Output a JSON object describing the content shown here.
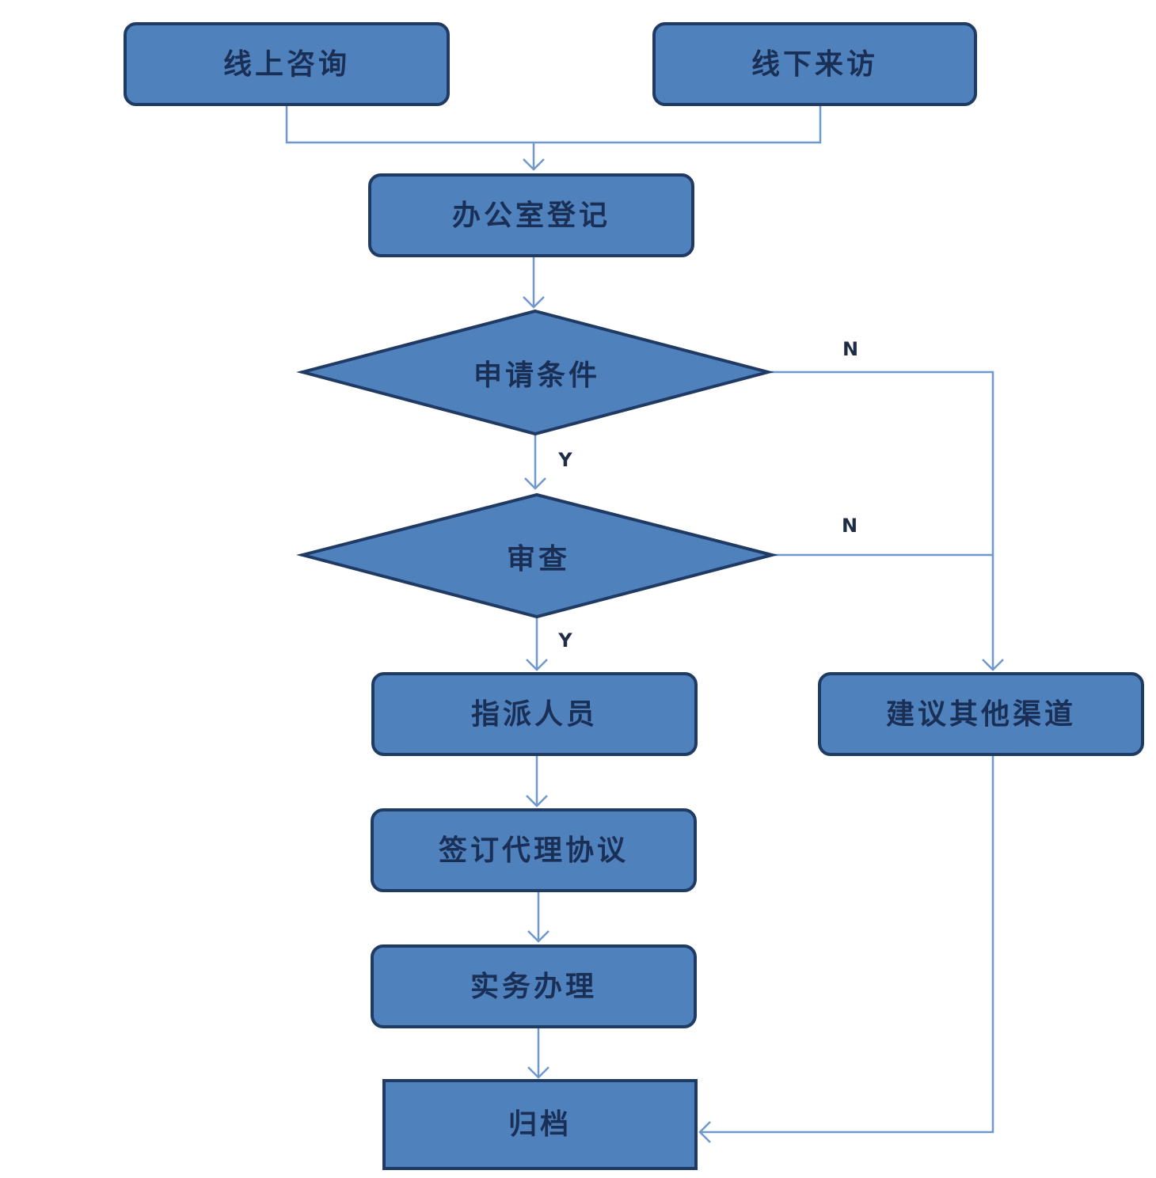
{
  "colors": {
    "node_fill": "#4f81bd",
    "node_border": "#1f3a63",
    "node_text": "#1a2f55",
    "connector": "#6f98cc",
    "branch_text": "#1f2d44"
  },
  "nodes": {
    "online": "线上咨询",
    "offline": "线下来访",
    "office": "办公室登记",
    "conditions": "申请条件",
    "review": "审查",
    "assign": "指派人员",
    "other": "建议其他渠道",
    "sign": "签订代理协议",
    "handle": "实务办理",
    "archive": "归档"
  },
  "branches": {
    "conditions_no": "N",
    "conditions_yes": "Y",
    "review_no": "N",
    "review_yes": "Y"
  }
}
